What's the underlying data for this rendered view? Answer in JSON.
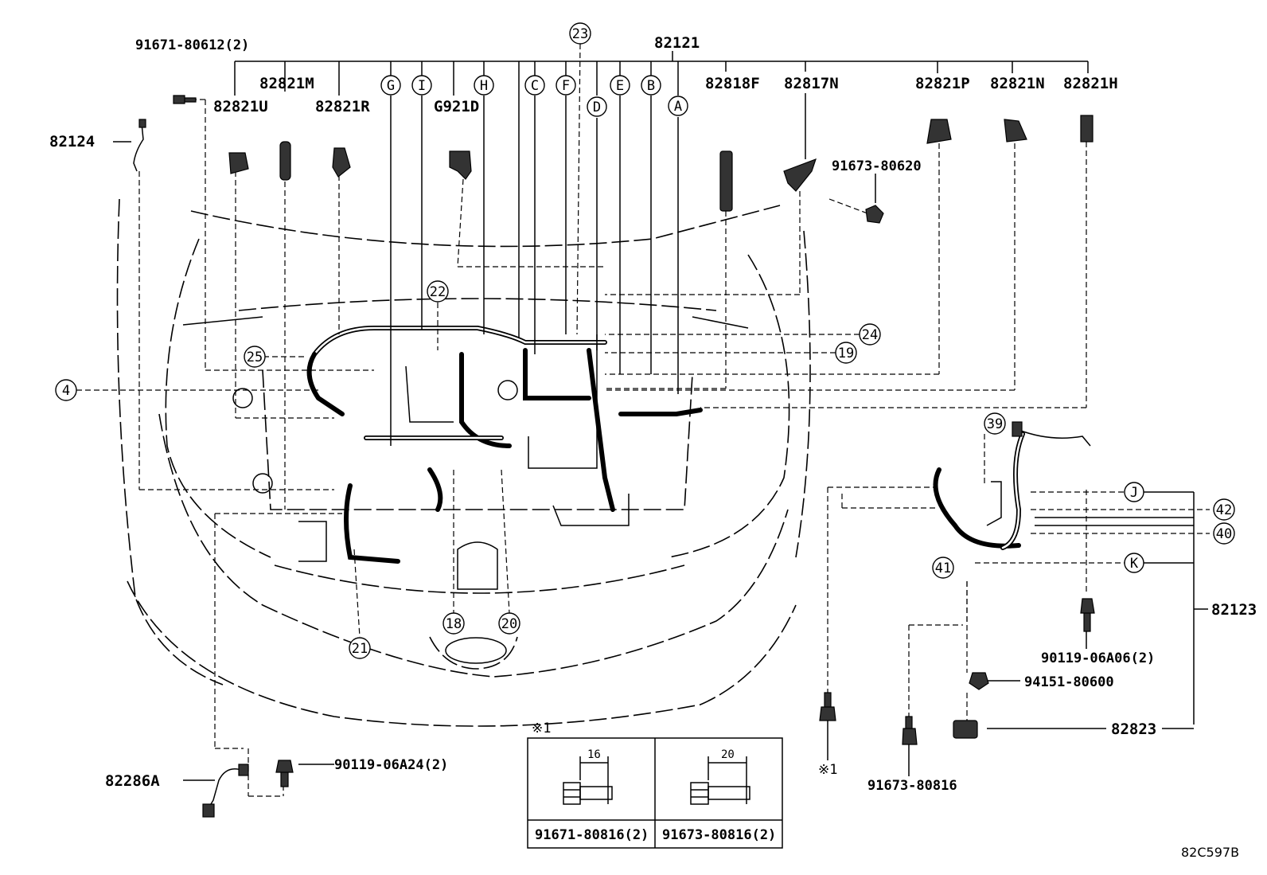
{
  "diagram_code": "82C597B",
  "parts": {
    "p82121": "82121",
    "p82124": "82124",
    "p82821U": "82821U",
    "p82821M": "82821M",
    "p82821R": "82821R",
    "pG921D": "G921D",
    "p82818F": "82818F",
    "p82817N": "82817N",
    "p82821P": "82821P",
    "p82821N": "82821N",
    "p82821H": "82821H",
    "p91671_80612": "91671-80612(2)",
    "p91673_80620": "91673-80620",
    "p82123": "82123",
    "p90119_06A06": "90119-06A06(2)",
    "p94151_80600": "94151-80600",
    "p82823": "82823",
    "p91673_80816": "91673-80816",
    "p82286A": "82286A",
    "p90119_06A24": "90119-06A24(2)"
  },
  "letters": [
    "G",
    "I",
    "H",
    "C",
    "F",
    "E",
    "B",
    "D",
    "A",
    "J",
    "K"
  ],
  "numbers": [
    "23",
    "22",
    "24",
    "19",
    "25",
    "4",
    "39",
    "42",
    "40",
    "41",
    "18",
    "20",
    "21"
  ],
  "footnote_mark": "※1",
  "inset": {
    "title": "※1",
    "left": {
      "dim": "16",
      "part": "91671-80816(2)"
    },
    "right": {
      "dim": "20",
      "part": "91673-80816(2)"
    }
  }
}
